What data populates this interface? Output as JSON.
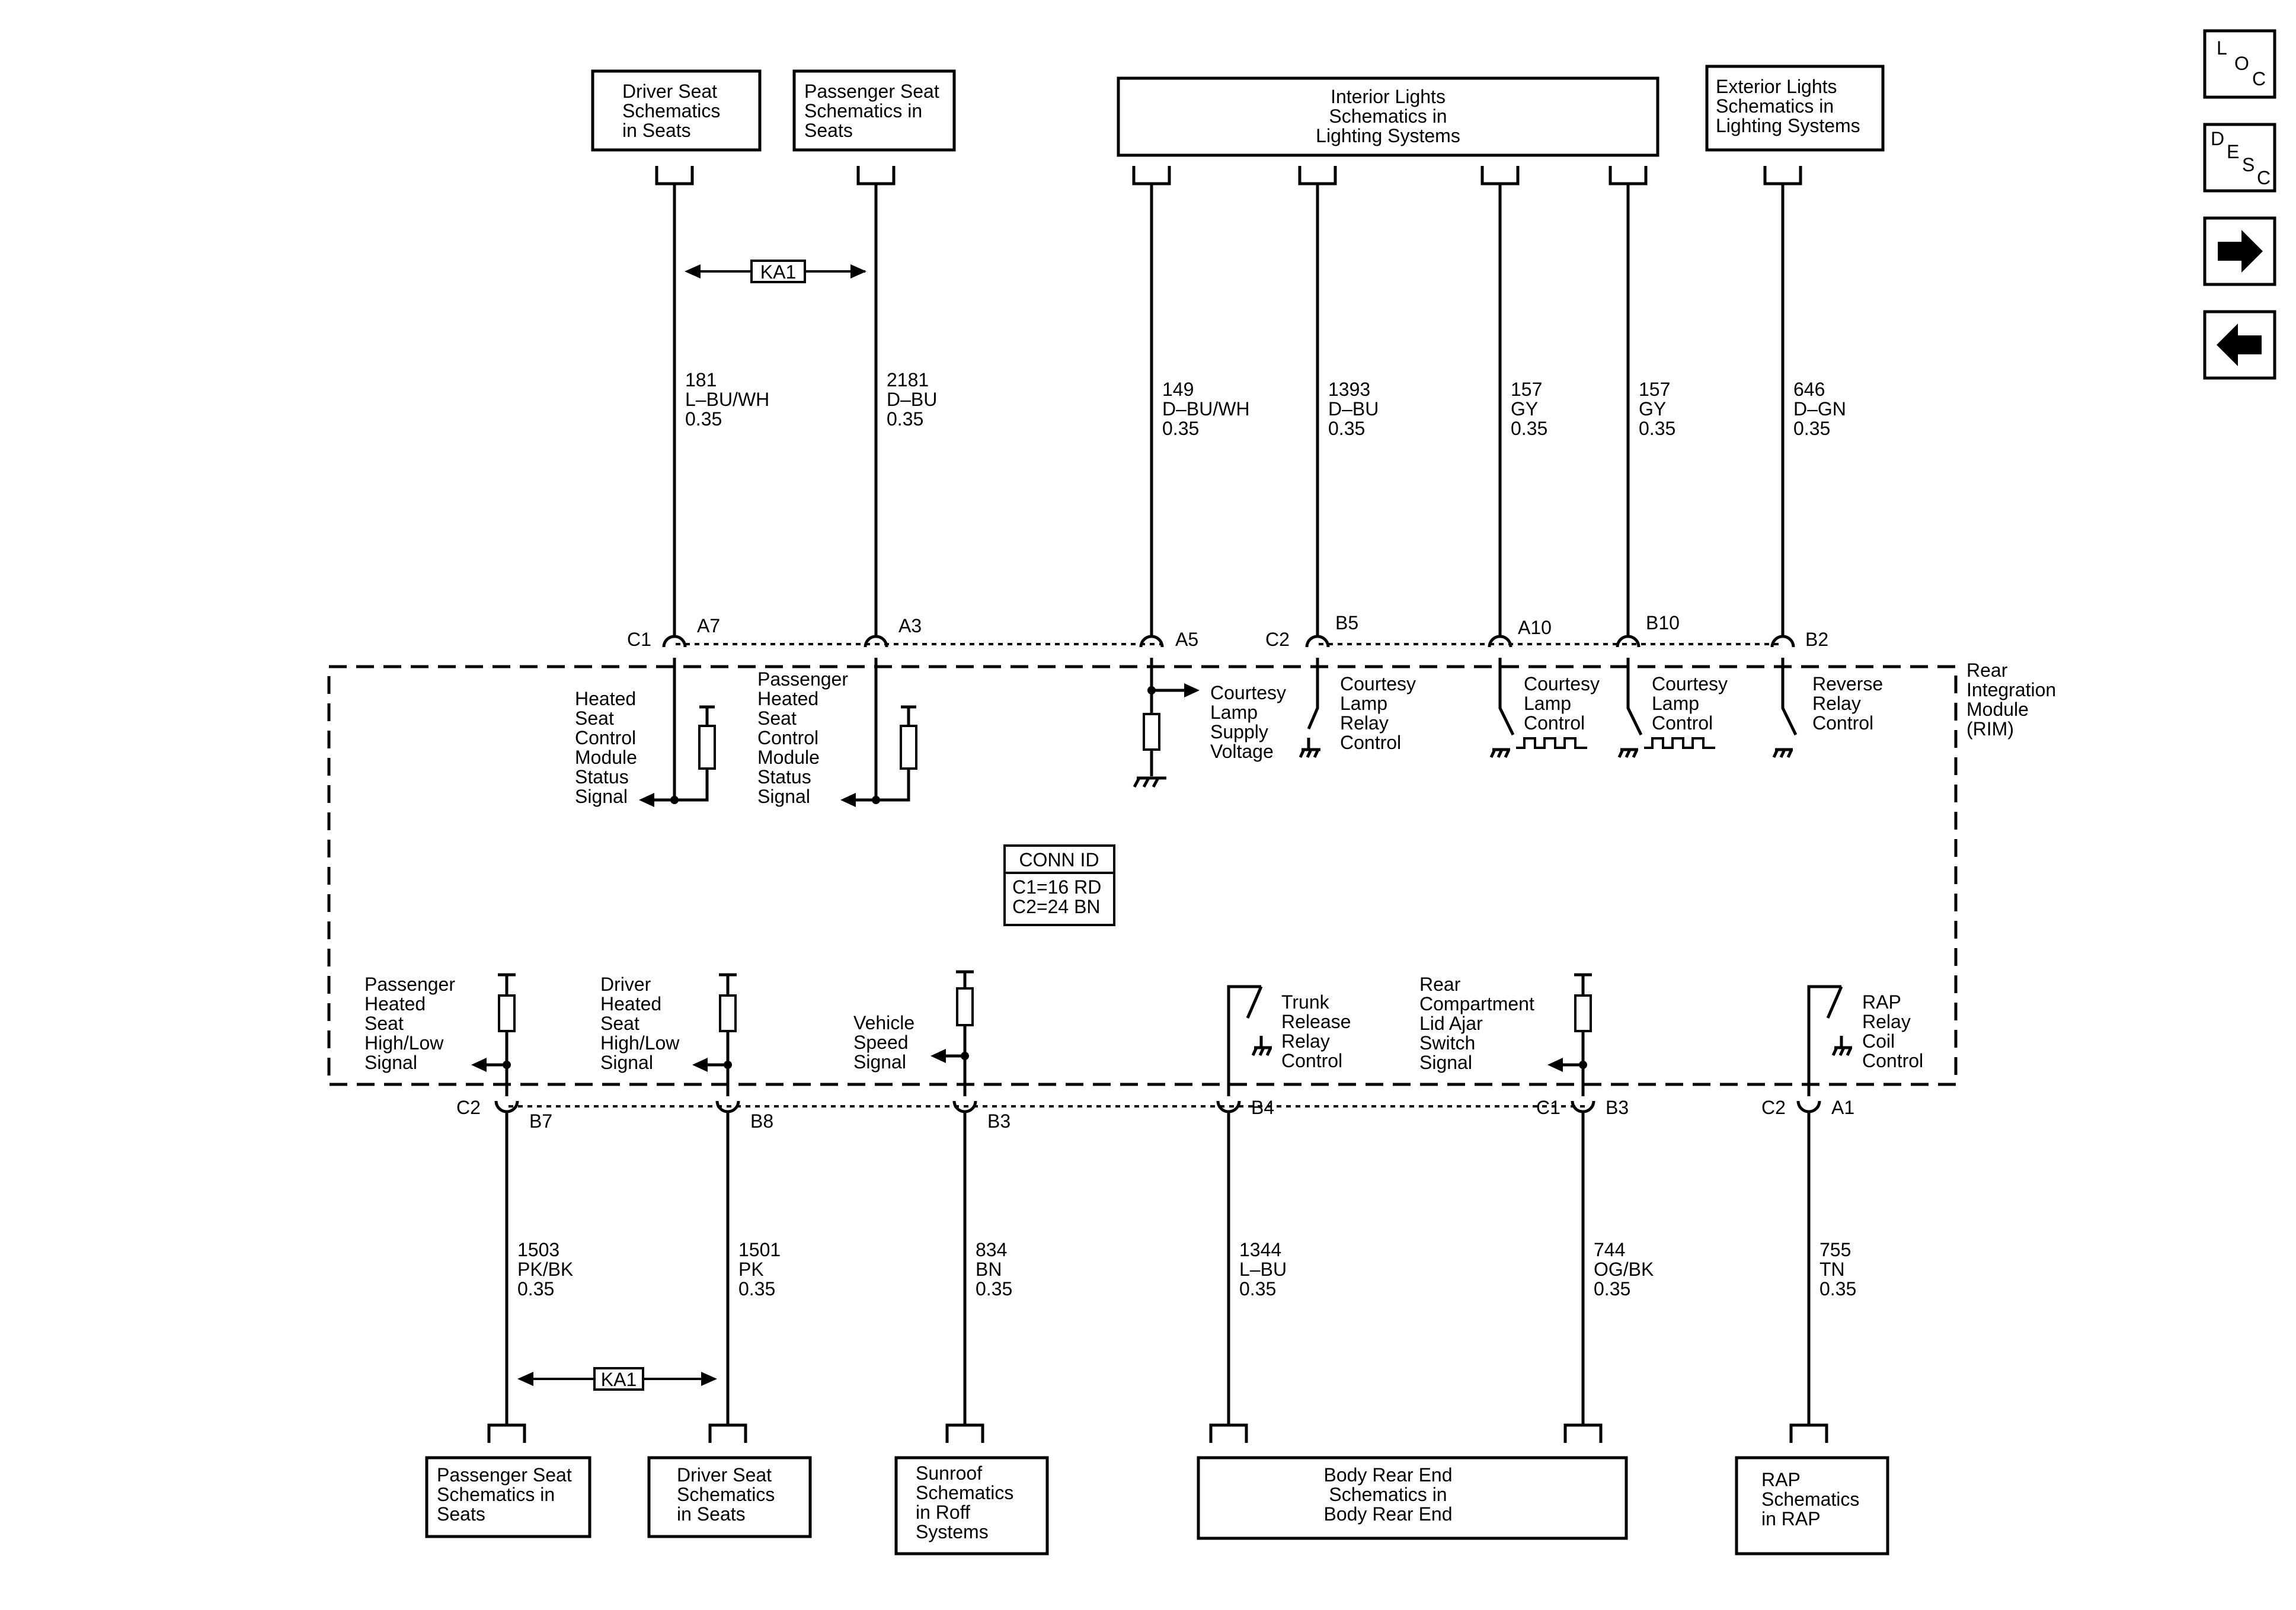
{
  "top_destinations": {
    "driver_seat": [
      "Driver Seat",
      "Schematics",
      "in Seats"
    ],
    "passenger_seat": [
      "Passenger Seat",
      "Schematics in",
      "Seats"
    ],
    "interior_lights": [
      "Interior Lights",
      "Schematics in",
      "Lighting Systems"
    ],
    "exterior_lights": [
      "Exterior Lights",
      "Schematics in",
      "Lighting Systems"
    ]
  },
  "bottom_destinations": {
    "passenger_seat": [
      "Passenger Seat",
      "Schematics in",
      "Seats"
    ],
    "driver_seat": [
      "Driver Seat",
      "Schematics",
      "in Seats"
    ],
    "sunroof": [
      "Sunroof",
      "Schematics",
      "in Roff",
      "Systems"
    ],
    "body_rear_end": [
      "Body Rear End",
      "Schematics in",
      "Body Rear End"
    ],
    "rap": [
      "RAP",
      "Schematics",
      "in RAP"
    ]
  },
  "ka1_label": "KA1",
  "top_wires": [
    {
      "circuit": "181",
      "color": "L–BU/WH",
      "gauge": "0.35",
      "connector": "C1",
      "pin": "A7"
    },
    {
      "circuit": "2181",
      "color": "D–BU",
      "gauge": "0.35",
      "connector": "",
      "pin": "A3"
    },
    {
      "circuit": "149",
      "color": "D–BU/WH",
      "gauge": "0.35",
      "connector": "",
      "pin": "A5"
    },
    {
      "circuit": "1393",
      "color": "D–BU",
      "gauge": "0.35",
      "connector": "C2",
      "pin": "B5"
    },
    {
      "circuit": "157",
      "color": "GY",
      "gauge": "0.35",
      "connector": "",
      "pin": "A10"
    },
    {
      "circuit": "157",
      "color": "GY",
      "gauge": "0.35",
      "connector": "",
      "pin": "B10"
    },
    {
      "circuit": "646",
      "color": "D–GN",
      "gauge": "0.35",
      "connector": "",
      "pin": "B2"
    }
  ],
  "bottom_wires": [
    {
      "circuit": "1503",
      "color": "PK/BK",
      "gauge": "0.35",
      "connector": "C2",
      "pin": "B7"
    },
    {
      "circuit": "1501",
      "color": "PK",
      "gauge": "0.35",
      "connector": "",
      "pin": "B8"
    },
    {
      "circuit": "834",
      "color": "BN",
      "gauge": "0.35",
      "connector": "",
      "pin": "B3"
    },
    {
      "circuit": "1344",
      "color": "L–BU",
      "gauge": "0.35",
      "connector": "",
      "pin": "B4"
    },
    {
      "circuit": "744",
      "color": "OG/BK",
      "gauge": "0.35",
      "connector": "C1",
      "pin": "B3"
    },
    {
      "circuit": "755",
      "color": "TN",
      "gauge": "0.35",
      "connector": "C2",
      "pin": "A1"
    }
  ],
  "module_name": [
    "Rear",
    "Integration",
    "Module",
    "(RIM)"
  ],
  "top_functions": {
    "heated_seat_status": [
      "Heated",
      "Seat",
      "Control",
      "Module",
      "Status",
      "Signal"
    ],
    "pass_heated_seat_status": [
      "Passenger",
      "Heated",
      "Seat",
      "Control",
      "Module",
      "Status",
      "Signal"
    ],
    "courtesy_supply": [
      "Courtesy",
      "Lamp",
      "Supply",
      "Voltage"
    ],
    "courtesy_relay": [
      "Courtesy",
      "Lamp",
      "Relay",
      "Control"
    ],
    "courtesy_control_1": [
      "Courtesy",
      "Lamp",
      "Control"
    ],
    "courtesy_control_2": [
      "Courtesy",
      "Lamp",
      "Control"
    ],
    "reverse_relay": [
      "Reverse",
      "Relay",
      "Control"
    ]
  },
  "bottom_functions": {
    "pass_heated_seat_hl": [
      "Passenger",
      "Heated",
      "Seat",
      "High/Low",
      "Signal"
    ],
    "driver_heated_seat_hl": [
      "Driver",
      "Heated",
      "Seat",
      "High/Low",
      "Signal"
    ],
    "vehicle_speed": [
      "Vehicle",
      "Speed",
      "Signal"
    ],
    "trunk_release": [
      "Trunk",
      "Release",
      "Relay",
      "Control"
    ],
    "rear_lid_ajar": [
      "Rear",
      "Compartment",
      "Lid Ajar",
      "Switch",
      "Signal"
    ],
    "rap_relay": [
      "RAP",
      "Relay",
      "Coil",
      "Control"
    ]
  },
  "conn_id": {
    "title": "CONN ID",
    "lines": [
      "C1=16 RD",
      "C2=24 BN"
    ]
  },
  "nav": {
    "loc": [
      "L",
      "O",
      "C"
    ],
    "desc": [
      "D",
      "E",
      "S",
      "C"
    ]
  }
}
